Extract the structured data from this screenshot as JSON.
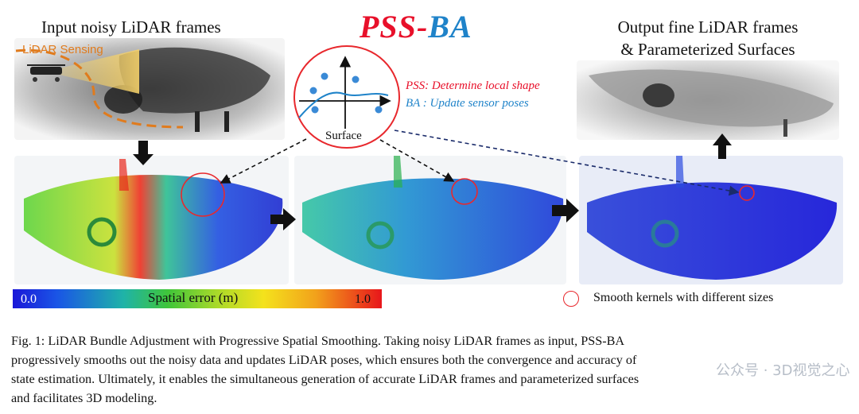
{
  "header": {
    "input_title": "Input noisy LiDAR frames",
    "method_pss": "PSS",
    "method_dash": "-",
    "method_ba": "BA",
    "output_title_line1": "Output fine LiDAR frames",
    "output_title_line2": "& Parameterized Surfaces"
  },
  "annotations": {
    "lidar_sensing": "LiDAR Sensing",
    "pss_desc": "PSS: Determine local shape",
    "ba_desc": "BA : Update sensor poses",
    "surface": "Surface"
  },
  "colorbar": {
    "min": "0.0",
    "max": "1.0",
    "title": "Spatial error (m)"
  },
  "legend": {
    "text": "Smooth kernels with different sizes"
  },
  "caption": {
    "lines": [
      "Fig. 1: LiDAR Bundle Adjustment with Progressive Spatial Smoothing. Taking noisy LiDAR frames as input, PSS-BA",
      "progressively smooths out the noisy data and updates LiDAR poses, which ensures both the convergence and accuracy of",
      "state estimation. Ultimately, it enables the simultaneous generation of accurate LiDAR frames and parameterized surfaces",
      "and facilitates 3D modeling."
    ]
  },
  "watermark": "公众号 · 3D视觉之心",
  "colors": {
    "pss": "#e8102a",
    "ba": "#1f83c9",
    "lidar": "#e07b1d",
    "kernel_ring": "#e8282d"
  }
}
